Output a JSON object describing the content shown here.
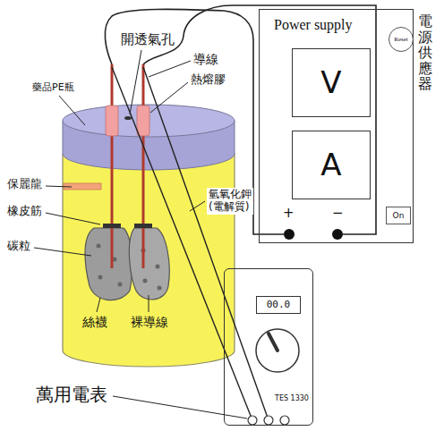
{
  "diagram": {
    "nodes": [
      {
        "text": [
          "Power supply",
          "電源供應器"
        ]
      },
      {
        "text": [
          "Reset"
        ],
        "in": 0
      },
      {
        "text": [
          "V"
        ],
        "in": 0
      },
      {
        "text": [
          "A"
        ],
        "in": 0
      },
      {
        "text": [
          "On"
        ],
        "in": 0
      },
      {
        "text": [
          "TES 1330"
        ]
      },
      {
        "text": [
          "00.0"
        ],
        "in": 5
      }
    ],
    "labels": [
      "開透氣孔",
      "導線",
      "熱熔膠",
      "藥品PE瓶",
      "保麗龍",
      "氫氧化鉀 (電解質)",
      "橡皮筋",
      "碳粒",
      "絲襪",
      "裸導線",
      "+",
      "−",
      "萬用電表"
    ]
  }
}
